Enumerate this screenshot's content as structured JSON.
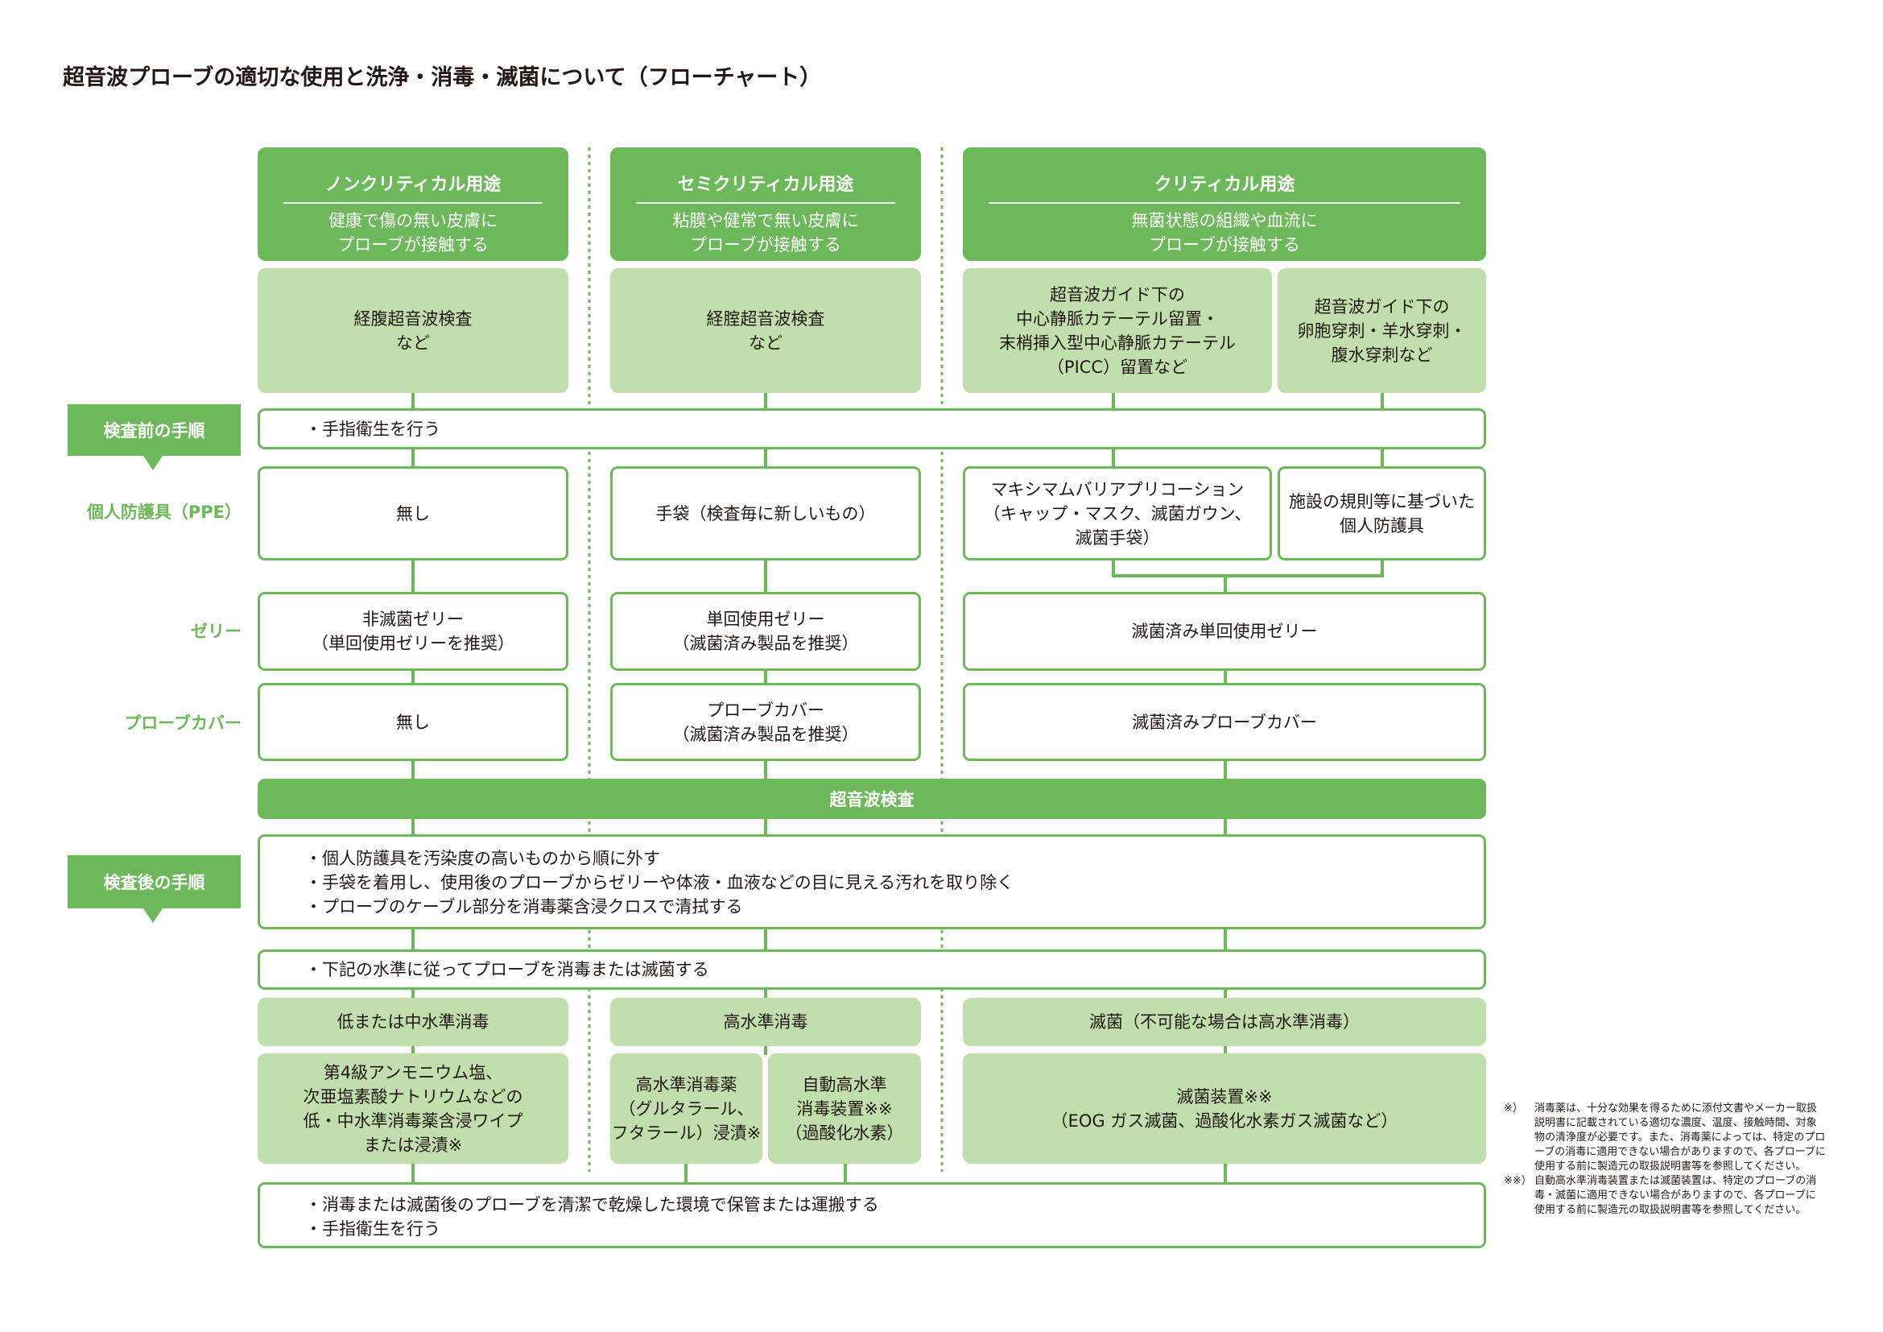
{
  "title": "超音波プローブの適切な使用と洗浄・消毒・滅菌について（フローチャート）",
  "columns": [
    {
      "heading": "ノンクリティカル用途",
      "desc": "健康で傷の無い皮膚に\nプローブが接触する",
      "example": "経腹超音波検査\nなど"
    },
    {
      "heading": "セミクリティカル用途",
      "desc": "粘膜や健常で無い皮膚に\nプローブが接触する",
      "example": "経腟超音波検査\nなど"
    },
    {
      "heading": "クリティカル用途",
      "desc": "無菌状態の組織や血流に\nプローブが接触する",
      "example_a": "超音波ガイド下の\n中心静脈カテーテル留置・\n末梢挿入型中心静脈カテーテル\n（PICC）留置など",
      "example_b": "超音波ガイド下の\n卵胞穿刺・羊水穿刺・\n腹水穿刺など"
    }
  ],
  "pre": {
    "label": "検査前の手順",
    "step": "・手指衛生を行う"
  },
  "ppe": {
    "label": "個人防護具（PPE）",
    "col1": "無し",
    "col2": "手袋（検査毎に新しいもの）",
    "col3a": "マキシマムバリアプリコーション\n（キャップ・マスク、滅菌ガウン、\n滅菌手袋）",
    "col3b": "施設の規則等に基づいた\n個人防護具"
  },
  "gel": {
    "label": "ゼリー",
    "col1": "非滅菌ゼリー\n（単回使用ゼリーを推奨）",
    "col2": "単回使用ゼリー\n（滅菌済み製品を推奨）",
    "col3": "滅菌済み単回使用ゼリー"
  },
  "cover": {
    "label": "プローブカバー",
    "col1": "無し",
    "col2": "プローブカバー\n（滅菌済み製品を推奨）",
    "col3": "滅菌済みプローブカバー"
  },
  "exam": "超音波検査",
  "post": {
    "label": "検査後の手順",
    "steps": "・個人防護具を汚染度の高いものから順に外す\n・手袋を着用し、使用後のプローブからゼリーや体液・血液などの目に見える汚れを取り除く\n・プローブのケーブル部分を消毒薬含浸クロスで清拭する",
    "level_step": "・下記の水準に従ってプローブを消毒または滅菌する"
  },
  "levels": {
    "col1": "低または中水準消毒",
    "col2": "高水準消毒",
    "col3": "滅菌（不可能な場合は高水準消毒）"
  },
  "methods": {
    "col1": "第4級アンモニウム塩、\n次亜塩素酸ナトリウムなどの\n低・中水準消毒薬含浸ワイプ\nまたは浸漬※",
    "col2a": "高水準消毒薬\n（グルタラール、\nフタラール）浸漬※",
    "col2b": "自動高水準\n消毒装置※※\n（過酸化水素）",
    "col3": "滅菌装置※※\n（EOG ガス滅菌、過酸化水素ガス滅菌など）"
  },
  "final": "・消毒または滅菌後のプローブを清潔で乾燥した環境で保管または運搬する\n・手指衛生を行う",
  "notes": [
    {
      "mark": "※）",
      "text": "消毒薬は、十分な効果を得るために添付文書やメーカー取扱説明書に記載されている適切な濃度、温度、接触時間、対象物の清浄度が必要です。また、消毒薬によっては、特定のプローブの消毒に適用できない場合がありますので、各プローブに使用する前に製造元の取扱説明書等を参照してください。"
    },
    {
      "mark": "※※）",
      "text": "自動高水準消毒装置または滅菌装置は、特定のプローブの消毒・滅菌に適用できない場合がありますので、各プローブに使用する前に製造元の取扱説明書等を参照してください。"
    }
  ],
  "colors": {
    "green": "#6cb85a",
    "light": "#c0dfad"
  }
}
